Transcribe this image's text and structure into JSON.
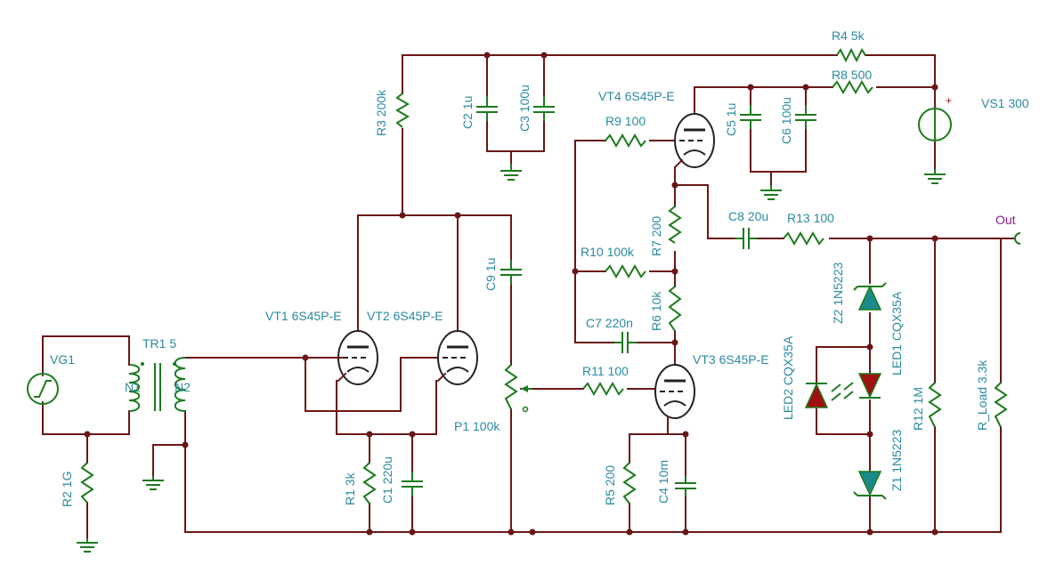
{
  "labels": {
    "R4": "R4 5k",
    "R8": "R8 500",
    "VS1": "VS1 300",
    "plus": "+",
    "R3": "R3 200k",
    "C2": "C2 1u",
    "C3": "C3 100u",
    "VT4": "VT4 6S45P-E",
    "R9": "R9 100",
    "C5": "C5 1u",
    "C6": "C6 100u",
    "C8": "C8 20u",
    "R13": "R13 100",
    "Out": "Out",
    "R7": "R7 200",
    "R10": "R10 100k",
    "C9": "C9 1u",
    "Z2": "Z2 1N5223",
    "LED1": "LED1 CQX35A",
    "LED2": "LED2 CQX35A",
    "R6": "R6 10k",
    "C7": "C7 220n",
    "VT1": "VT1 6S45P-E",
    "VT2": "VT2 6S45P-E",
    "VG1": "VG1",
    "TR1": "TR1 5",
    "N1": "N1",
    "N2": "N2",
    "R11": "R11 100",
    "VT3": "VT3 6S45P-E",
    "P1": "P1 100k",
    "R12": "R12 1M",
    "R_Load": "R_Load 3.3k",
    "Z1": "Z1 1N5223",
    "R1": "R1 3k",
    "C1": "C1 220u",
    "R5": "R5 200",
    "C4": "C4 10m",
    "R2": "R2 1G"
  },
  "colors": {
    "wire": "#6b1616",
    "component": "#1d7a1d",
    "label": "#2a8aa0",
    "net_label": "#8a1a8a",
    "led_fill": "#a01010",
    "zener_fill": "#1a8a8a"
  }
}
